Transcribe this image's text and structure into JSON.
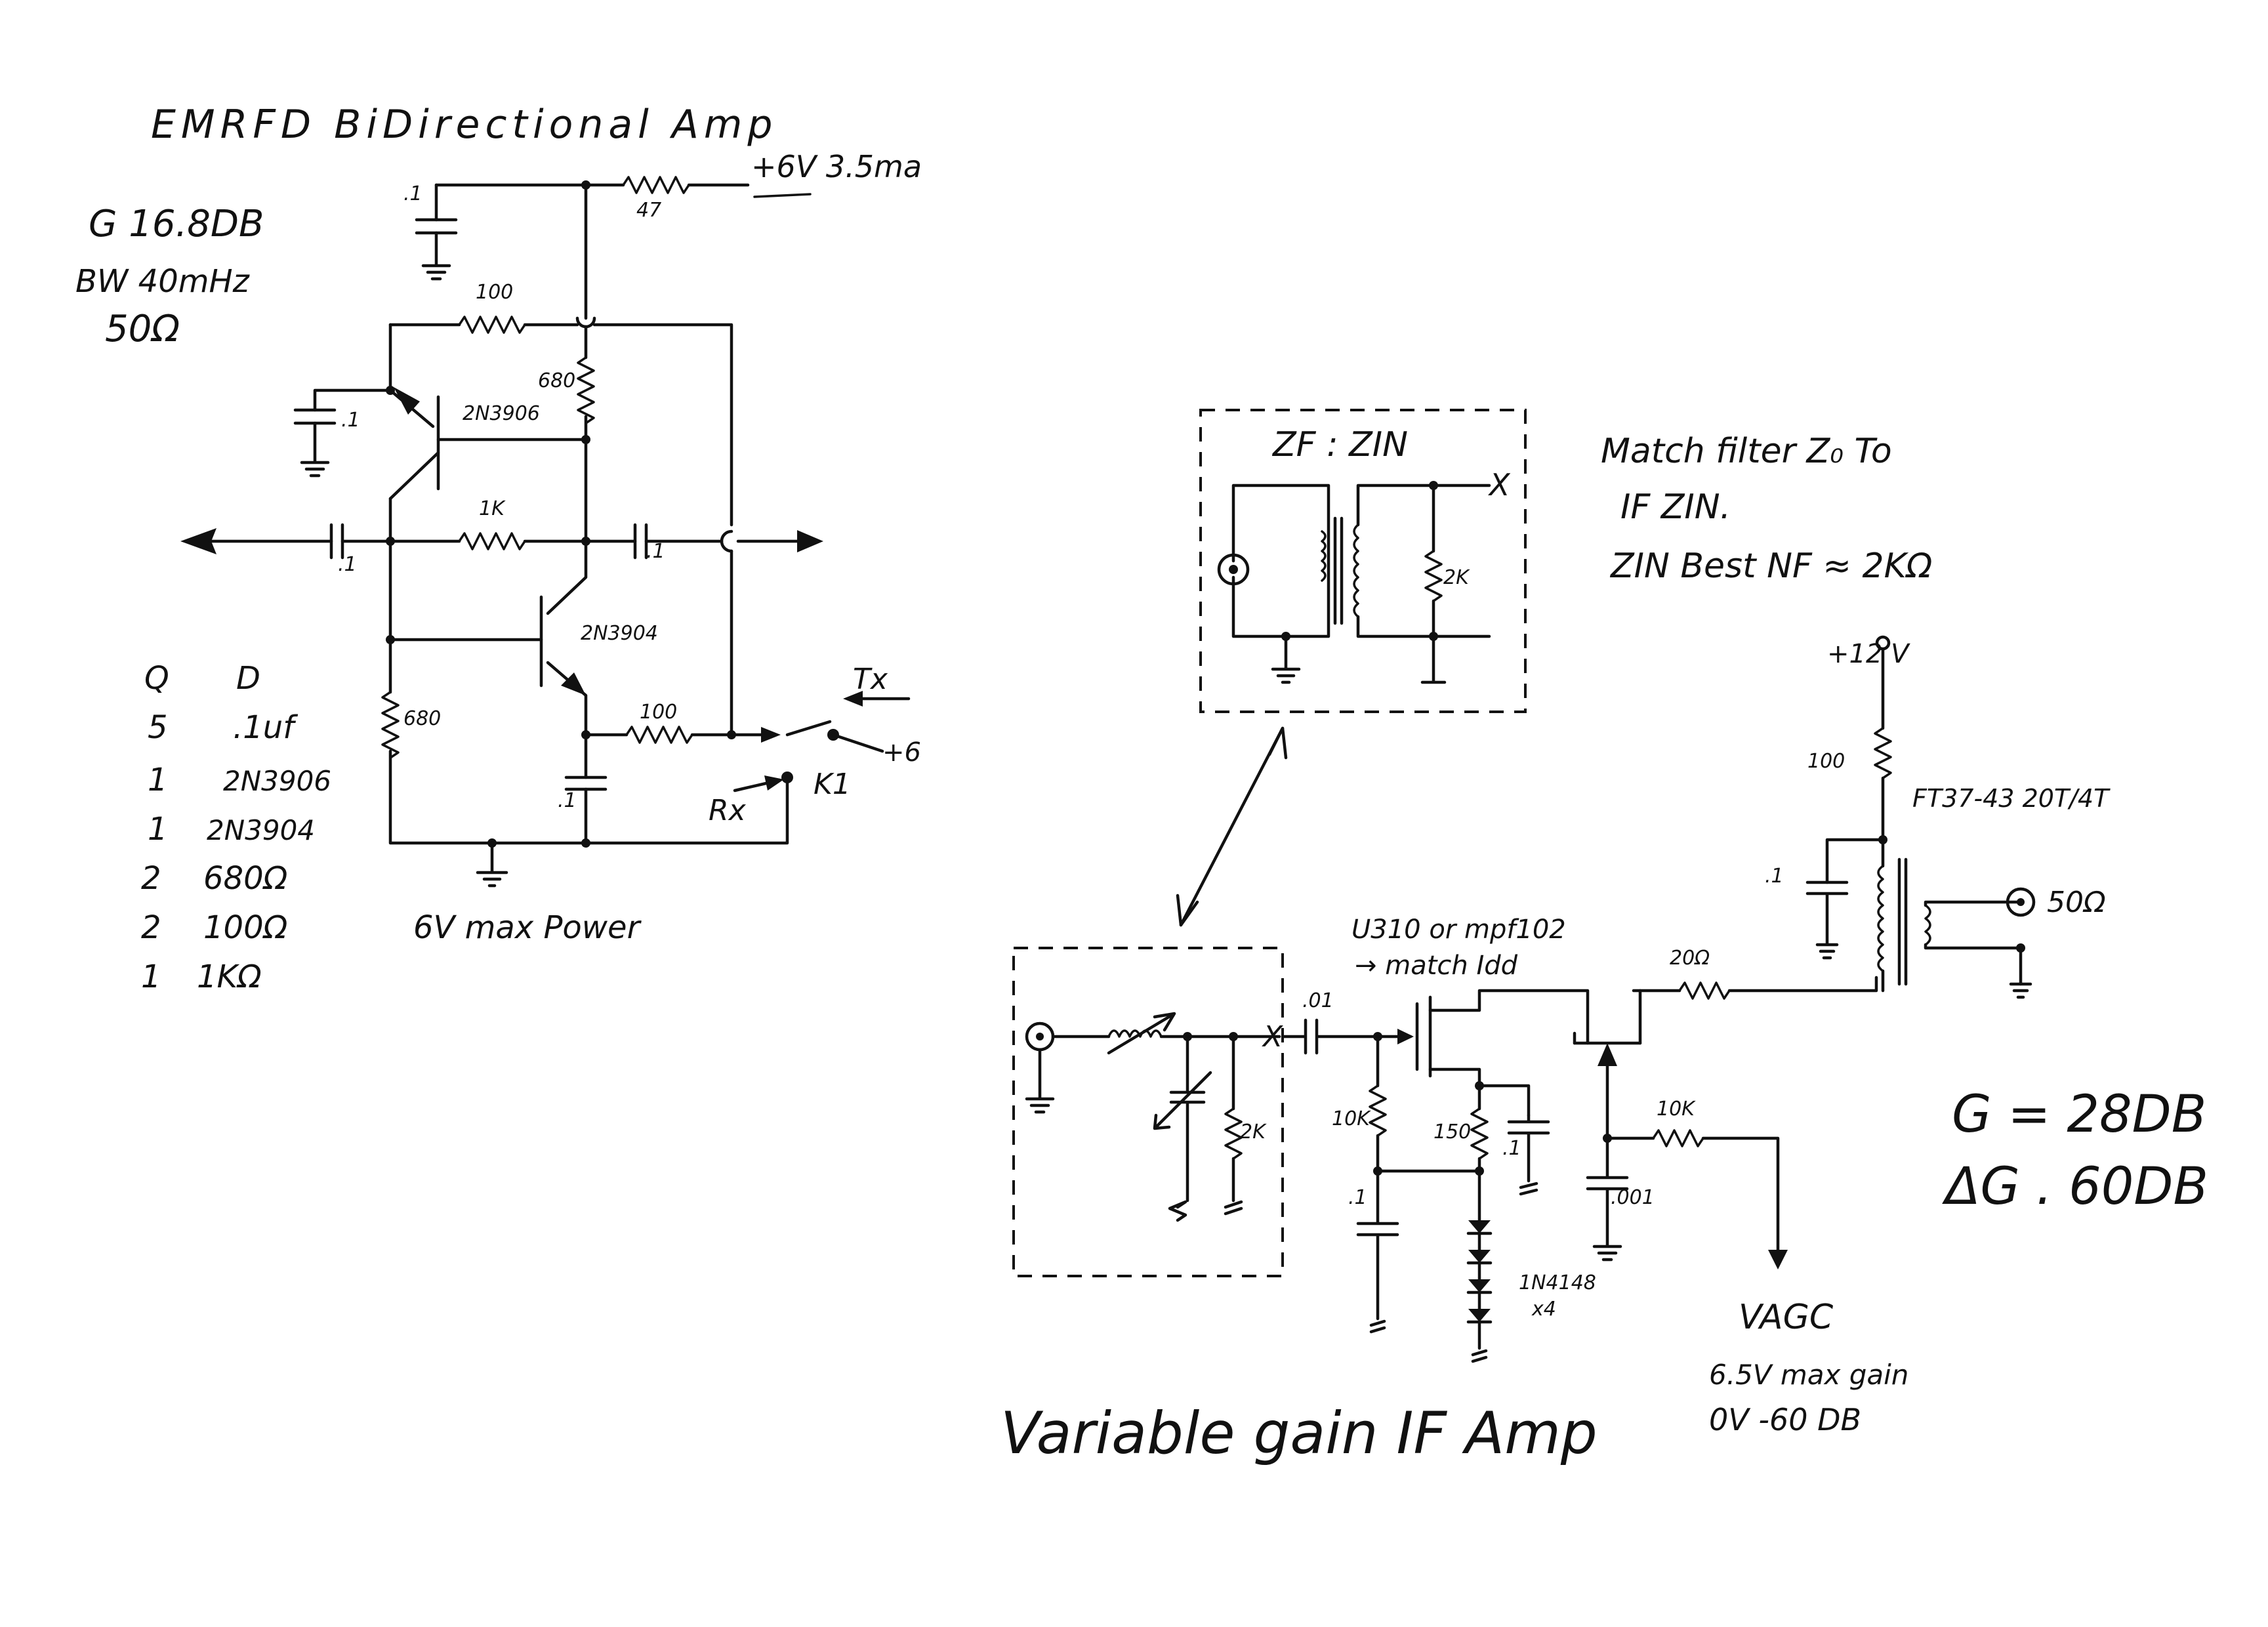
{
  "bidir": {
    "title": "EMRFD BiDirectional Amp",
    "specs": {
      "gain": "G 16.8DB",
      "bw": "BW 40mHz",
      "impedance": "50Ω"
    },
    "supply": "+6V 3.5ma",
    "note": "6V max Power",
    "labels": {
      "r47": "47",
      "c_bypass": ".1",
      "r100_top": "100",
      "r680_top": "680",
      "q_pnp": "2N3906",
      "c_pnp_base": ".1",
      "r1k": "1K",
      "c_in": ".1",
      "c_out": ".1",
      "q_npn": "2N3904",
      "r680_bot": "680",
      "r100_bot": "100",
      "c_emit": ".1",
      "tx": "Tx",
      "rx": "Rx",
      "relay": "K1",
      "plus6": "+6"
    },
    "bom": {
      "header_q": "Q",
      "header_d": "D",
      "rows": [
        {
          "q": "5",
          "d": ".1uf"
        },
        {
          "q": "1",
          "d": "2N3906"
        },
        {
          "q": "1",
          "d": "2N3904"
        },
        {
          "q": "2",
          "d": "680Ω"
        },
        {
          "q": "2",
          "d": "100Ω"
        },
        {
          "q": "1",
          "d": "1KΩ"
        }
      ]
    }
  },
  "ifamp": {
    "title": "Variable gain IF Amp",
    "filter_box_title": "ZF : ZIN",
    "filter_r": "2K",
    "filter_x": "X",
    "match_note": [
      "Match filter Z₀ To",
      "IF ZIN.",
      "ZIN Best NF ≈ 2KΩ"
    ],
    "fet_note": [
      "U310 or mpf102",
      "→ match Idd"
    ],
    "labels": {
      "plus12": "+12 V",
      "r100": "100",
      "xfmr": "FT37-43 20T/4T",
      "c_bypass": ".1",
      "r20": "20Ω",
      "out_z": "50Ω",
      "c_in": ".01",
      "r10k_gate": "10K",
      "r150": "150",
      "c_src": ".1",
      "c_gate": ".1",
      "c_agc": ".001",
      "r10k_agc": "10K",
      "diodes": "1N4148",
      "diodes_n": "x4",
      "r2k": "2K",
      "x": "X"
    },
    "agc": {
      "label": "VAGC",
      "max": "6.5V max gain",
      "min": "0V  -60 DB"
    },
    "gain": {
      "g": "G = 28DB",
      "dg": "ΔG . 60DB"
    }
  }
}
